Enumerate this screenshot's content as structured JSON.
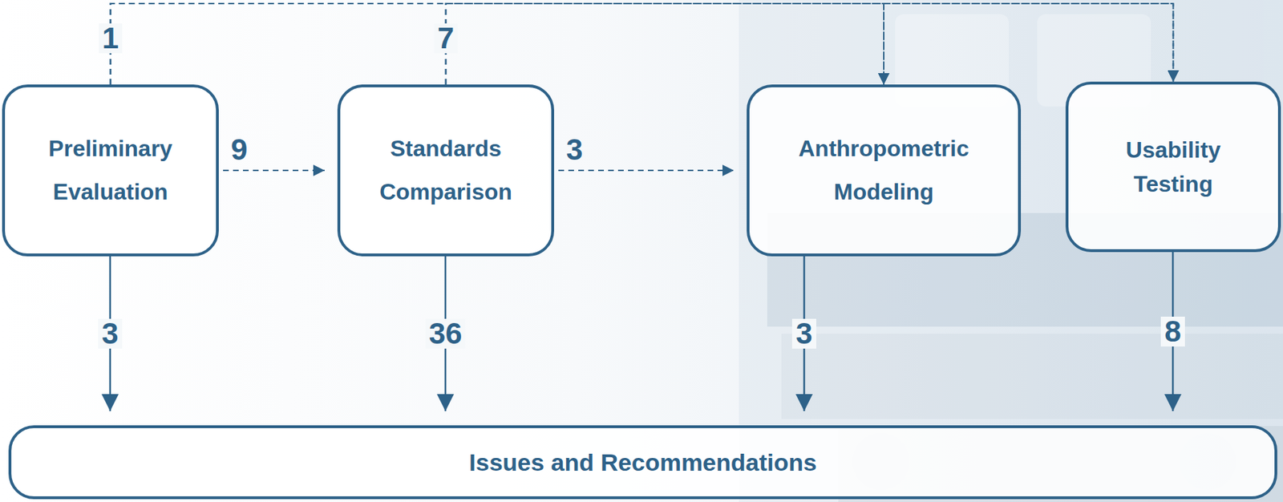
{
  "diagram": {
    "nodes": [
      {
        "text": [
          "Preliminary Evaluation"
        ]
      },
      {
        "text": [
          "Standards Comparison"
        ]
      },
      {
        "text": [
          "Anthropometric Modeling"
        ]
      },
      {
        "text": [
          "Usability Testing"
        ]
      },
      {
        "text": [
          "Issues and Recommendations"
        ]
      }
    ],
    "edges": [
      {
        "from": 0,
        "to": 1,
        "label": "9",
        "arrow": "to"
      },
      {
        "from": 1,
        "to": 2,
        "label": "3",
        "arrow": "to"
      },
      {
        "from": 0,
        "to": 2,
        "label": "1",
        "arrow": "to"
      },
      {
        "from": 0,
        "to": 3,
        "arrow": "to"
      },
      {
        "from": 1,
        "to": 2,
        "label": "7",
        "arrow": "to"
      },
      {
        "from": 1,
        "to": 3,
        "arrow": "to"
      },
      {
        "from": 0,
        "to": 4,
        "label": "3",
        "arrow": "to"
      },
      {
        "from": 1,
        "to": 4,
        "label": "36",
        "arrow": "to"
      },
      {
        "from": 2,
        "to": 4,
        "label": "3",
        "arrow": "to"
      },
      {
        "from": 3,
        "to": 4,
        "label": "8",
        "arrow": "to"
      }
    ]
  }
}
